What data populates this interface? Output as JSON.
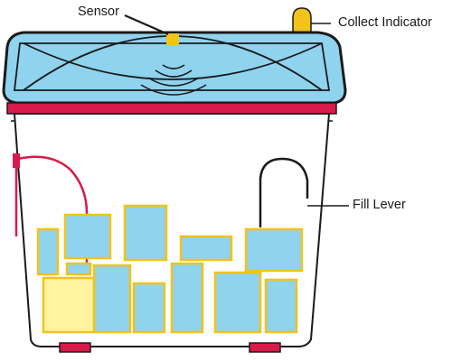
{
  "labels": {
    "sensor": "Sensor",
    "collect_indicator": "Collect Indicator",
    "fill_lever": "Fill Lever"
  },
  "colors": {
    "lid_blue": "#8fd3ee",
    "rim_red": "#d81b4a",
    "box_blue": "#8fd3ee",
    "box_yellow_fill": "#fff3a0",
    "box_border": "#f2c318",
    "sensor_yellow": "#f2c318",
    "outline": "#1a1a1a"
  }
}
